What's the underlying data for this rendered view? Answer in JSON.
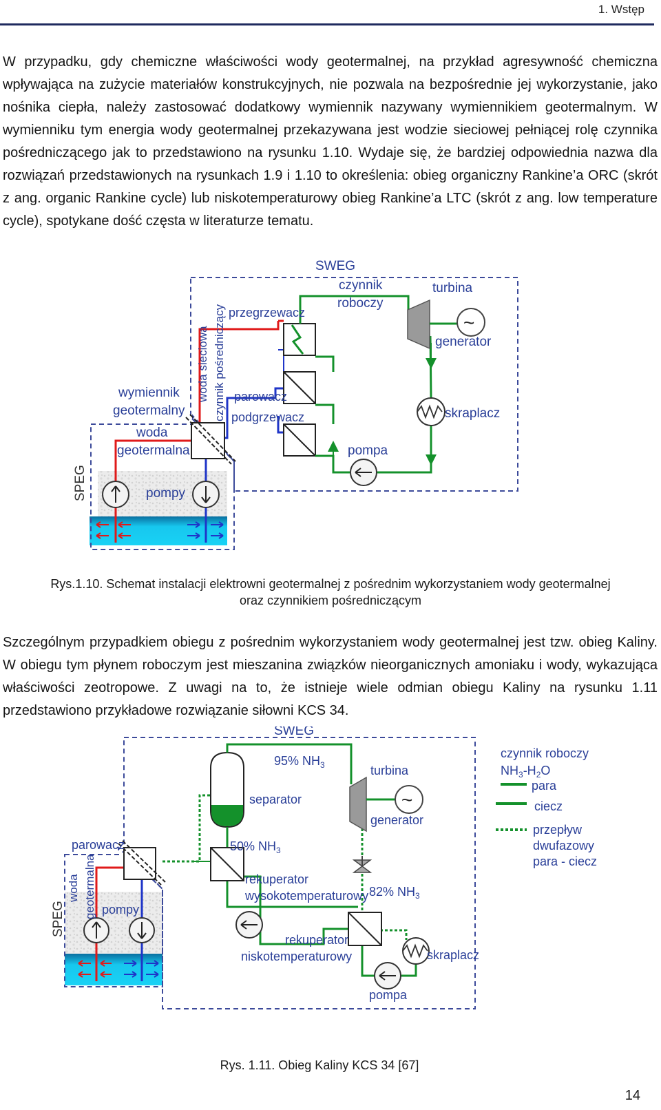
{
  "header": {
    "chapter": "1. Wstęp"
  },
  "paragraph1": "W przypadku, gdy chemiczne właściwości wody geotermalnej, na przykład agresywność chemiczna wpływająca na zużycie materiałów konstrukcyjnych, nie pozwala na bezpośrednie jej wykorzystanie, jako nośnika ciepła, należy zastosować dodatkowy wymiennik nazywany wymiennikiem geotermalnym. W wymienniku tym energia wody geotermalnej przekazywana jest wodzie sieciowej pełniącej rolę czynnika pośredniczącego jak to przedstawiono na rysunku 1.10. Wydaje się, że bardziej odpowiednia nazwa dla rozwiązań przedstawionych na rysunkach 1.9 i 1.10 to określenia: obieg organiczny Rankine’a ORC (skrót z ang. organic Rankine cycle) lub niskotemperaturowy obieg Rankine’a LTC (skrót z ang. low temperature cycle), spotykane dość częsta w literaturze tematu.",
  "figure1": {
    "labels": {
      "sweg": "SWEG",
      "czynnik": "czynnik",
      "roboczy": "roboczy",
      "turbina": "turbina",
      "tilde": "~",
      "generator": "generator",
      "przegrzewacz": "przegrzewacz",
      "parowacz": "parowacz",
      "podgrzewacz": "podgrzewacz",
      "skraplacz": "skraplacz",
      "pompa": "pompa",
      "pompy": "pompy",
      "wymiennik": "wymiennik",
      "geotermalny": "geotermalny",
      "woda": "woda",
      "geotermalna": "geotermalna",
      "woda_sieciowa": "woda sieciowa",
      "czynnik_posredniczacy": "czynnik pośredniczący",
      "speg": "SPEG"
    },
    "caption_line1": "Rys.1.10. Schemat instalacji elektrowni geotermalnej z pośrednim wykorzystaniem wody geotermalnej",
    "caption_line2": "oraz czynnikiem pośredniczącym"
  },
  "paragraph2": "Szczególnym przypadkiem obiegu z pośrednim wykorzystaniem wody geotermalnej jest tzw. obieg Kaliny. W obiegu tym płynem roboczym jest mieszanina związków nieorganicznych amoniaku i wody, wykazująca właściwości zeotropowe. Z uwagi na to, że istnieje wiele odmian obiegu Kaliny na rysunku 1.11 przedstawiono przykładowe rozwiązanie siłowni KCS 34.",
  "figure2": {
    "labels": {
      "sweg": "SWEG",
      "nh3_95": "95% NH",
      "nh3_50": "50% NH",
      "nh3_82": "82% NH",
      "sub3": "3",
      "separator": "separator",
      "turbina": "turbina",
      "tilde": "~",
      "generator": "generator",
      "parowacz": "parowacz",
      "rekuperator": "rekuperator",
      "wysokotemperaturowy": "wysokotemperaturowy",
      "niskotemperaturowy": "niskotemperaturowy",
      "skraplacz": "skraplacz",
      "pompa": "pompa",
      "pompy": "pompy",
      "woda": "woda",
      "geotermalna": "geotermalna",
      "speg": "SPEG"
    },
    "legend": {
      "title": "czynnik roboczy",
      "formula_a": "NH",
      "sub3": "3",
      "formula_b": "-H",
      "sub2": "2",
      "formula_c": "O",
      "para": "para",
      "ciecz": "ciecz",
      "przeplyw": "przepływ",
      "dwufazowy": "dwufazowy",
      "para_ciecz": "para - ciecz"
    },
    "caption": "Rys. 1.11. Obieg Kaliny KCS 34 [67]"
  },
  "page_number": "14",
  "colors": {
    "green": "#14912b",
    "red": "#e01a1a",
    "blue": "#1f35c8",
    "label_blue": "#2a3f98",
    "water": "#12c4ee",
    "frame": "#3c4a9a"
  }
}
